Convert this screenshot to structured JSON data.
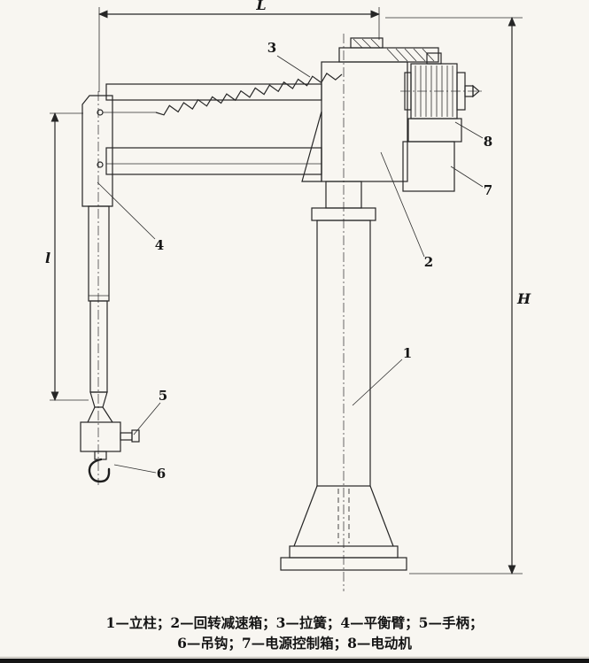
{
  "dimension_labels": {
    "top": "L",
    "left": "l",
    "right": "H"
  },
  "part_labels": {
    "p1": "1",
    "p2": "2",
    "p3": "3",
    "p4": "4",
    "p5": "5",
    "p6": "6",
    "p7": "7",
    "p8": "8"
  },
  "legend": {
    "line1": "1—立柱；2—回转减速箱；3—拉簧；4—平衡臂；5—手柄；",
    "line2": "6—吊钩；7—电源控制箱；8—电动机"
  },
  "parts": [
    {
      "num": "1",
      "name": "立柱"
    },
    {
      "num": "2",
      "name": "回转减速箱"
    },
    {
      "num": "3",
      "name": "拉簧"
    },
    {
      "num": "4",
      "name": "平衡臂"
    },
    {
      "num": "5",
      "name": "手柄"
    },
    {
      "num": "6",
      "name": "吊钩"
    },
    {
      "num": "7",
      "name": "电源控制箱"
    },
    {
      "num": "8",
      "name": "电动机"
    }
  ],
  "colors": {
    "paper": "#f8f6f1",
    "ink": "#262626",
    "footer_bar": "#151515"
  }
}
